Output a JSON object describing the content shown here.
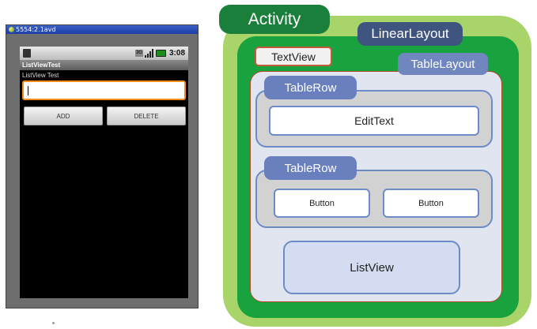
{
  "emulator": {
    "window_title": "5554:2.1avd",
    "status_bar": {
      "network": "3G",
      "time": "3:08"
    },
    "app": {
      "title": "ListViewTest",
      "label": "ListView Test",
      "input_value": "",
      "add_label": "ADD",
      "delete_label": "DELETE"
    }
  },
  "diagram": {
    "activity": "Activity",
    "linear_layout": "LinearLayout",
    "text_view": "TextView",
    "table_layout": "TableLayout",
    "table_row_1": "TableRow",
    "edit_text": "EditText",
    "table_row_2": "TableRow",
    "button_1": "Button",
    "button_2": "Button",
    "list_view": "ListView"
  },
  "colors": {
    "activity_outer": "#a9d46a",
    "activity_tab": "#1a7f3a",
    "linear_layout": "#18a33e",
    "linear_tag": "#3f557f",
    "table_layout": "#e1e5ef",
    "table_tag": "#7086bf",
    "table_row": "#d2d2d2",
    "row_tag": "#6a7fbd",
    "focus_border": "#f08c1a"
  }
}
